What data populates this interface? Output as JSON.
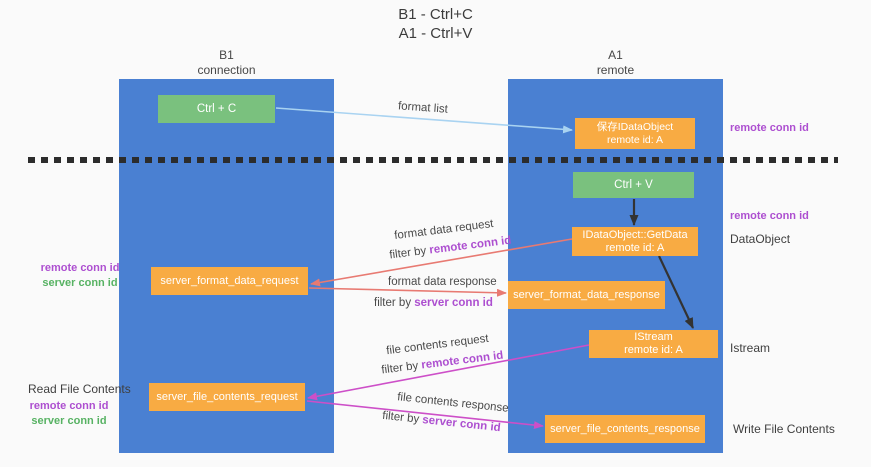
{
  "title": {
    "line1": "B1 - Ctrl+C",
    "line2": "A1 - Ctrl+V"
  },
  "lanes": {
    "b1": {
      "name": "B1",
      "sub": "connection"
    },
    "a1": {
      "name": "A1",
      "sub": "remote"
    }
  },
  "nodes": {
    "ctrl_c": {
      "label": "Ctrl + C"
    },
    "save_dataobject": {
      "line1": "保存IDataObject",
      "line2": "remote id: A"
    },
    "ctrl_v": {
      "label": "Ctrl + V"
    },
    "getdata": {
      "line1": "IDataObject::GetData",
      "line2": "remote id: A"
    },
    "format_request": {
      "label": "server_format_data_request"
    },
    "format_response": {
      "label": "server_format_data_response"
    },
    "istream": {
      "line1": "IStream",
      "line2": "remote id: A"
    },
    "file_request": {
      "label": "server_file_contents_request"
    },
    "file_response": {
      "label": "server_file_contents_response"
    }
  },
  "side_labels": {
    "right_remote_id_top": "remote conn id",
    "right_remote_id_mid": "remote conn id",
    "dataobject": "DataObject",
    "istream": "Istream",
    "write_file_contents": "Write File Contents",
    "left_remote_id_top": "remote conn id",
    "left_server_id_top": "server conn id",
    "read_file_contents": "Read File Contents",
    "left_remote_id_bottom": "remote conn id",
    "left_server_id_bottom": "server conn id"
  },
  "flow_labels": {
    "format_list": "format list",
    "format_data_request": "format data request",
    "format_data_request_filter": {
      "prefix": "filter by ",
      "highlight": "remote conn id"
    },
    "format_data_response": "format data response",
    "format_data_response_filter": {
      "prefix": "filter by ",
      "highlight": "server conn id"
    },
    "file_contents_request": "file contents request",
    "file_contents_request_filter": {
      "prefix": "filter by ",
      "highlight": "remote conn id"
    },
    "file_contents_response": "file contents response",
    "file_contents_response_filter": {
      "prefix": "filter by ",
      "highlight": "server conn id"
    }
  },
  "colors": {
    "lane-blue": "#4a80d2",
    "box-orange": "#f8ab43",
    "box-green": "#7ac17e",
    "label-purple": "#ad4fd0",
    "label-green": "#57b263",
    "arrow-blue": "#a9d3f1",
    "arrow-red": "#e87a72",
    "arrow-magenta": "#cd4fc8",
    "arrow-black": "#333333",
    "text-dark": "#3f3f3f"
  }
}
